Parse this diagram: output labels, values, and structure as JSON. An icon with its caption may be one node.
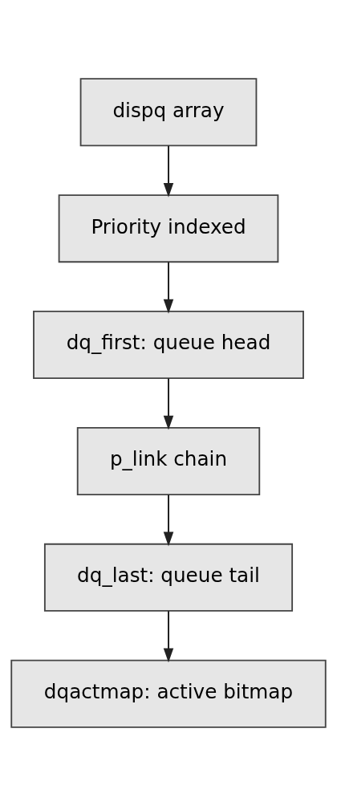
{
  "diagram": {
    "nodes": [
      {
        "text": [
          "dispq array"
        ]
      },
      {
        "text": [
          "Priority indexed"
        ]
      },
      {
        "text": [
          "dq_first: queue head"
        ]
      },
      {
        "text": [
          "p_link chain"
        ]
      },
      {
        "text": [
          "dq_last: queue tail"
        ]
      },
      {
        "text": [
          "dqactmap: active bitmap"
        ]
      }
    ],
    "edges": [
      {
        "from": 0,
        "to": 1,
        "arrow": "to"
      },
      {
        "from": 1,
        "to": 2,
        "arrow": "to"
      },
      {
        "from": 2,
        "to": 3,
        "arrow": "to"
      },
      {
        "from": 3,
        "to": 4,
        "arrow": "to"
      },
      {
        "from": 4,
        "to": 5,
        "arrow": "to"
      }
    ]
  }
}
